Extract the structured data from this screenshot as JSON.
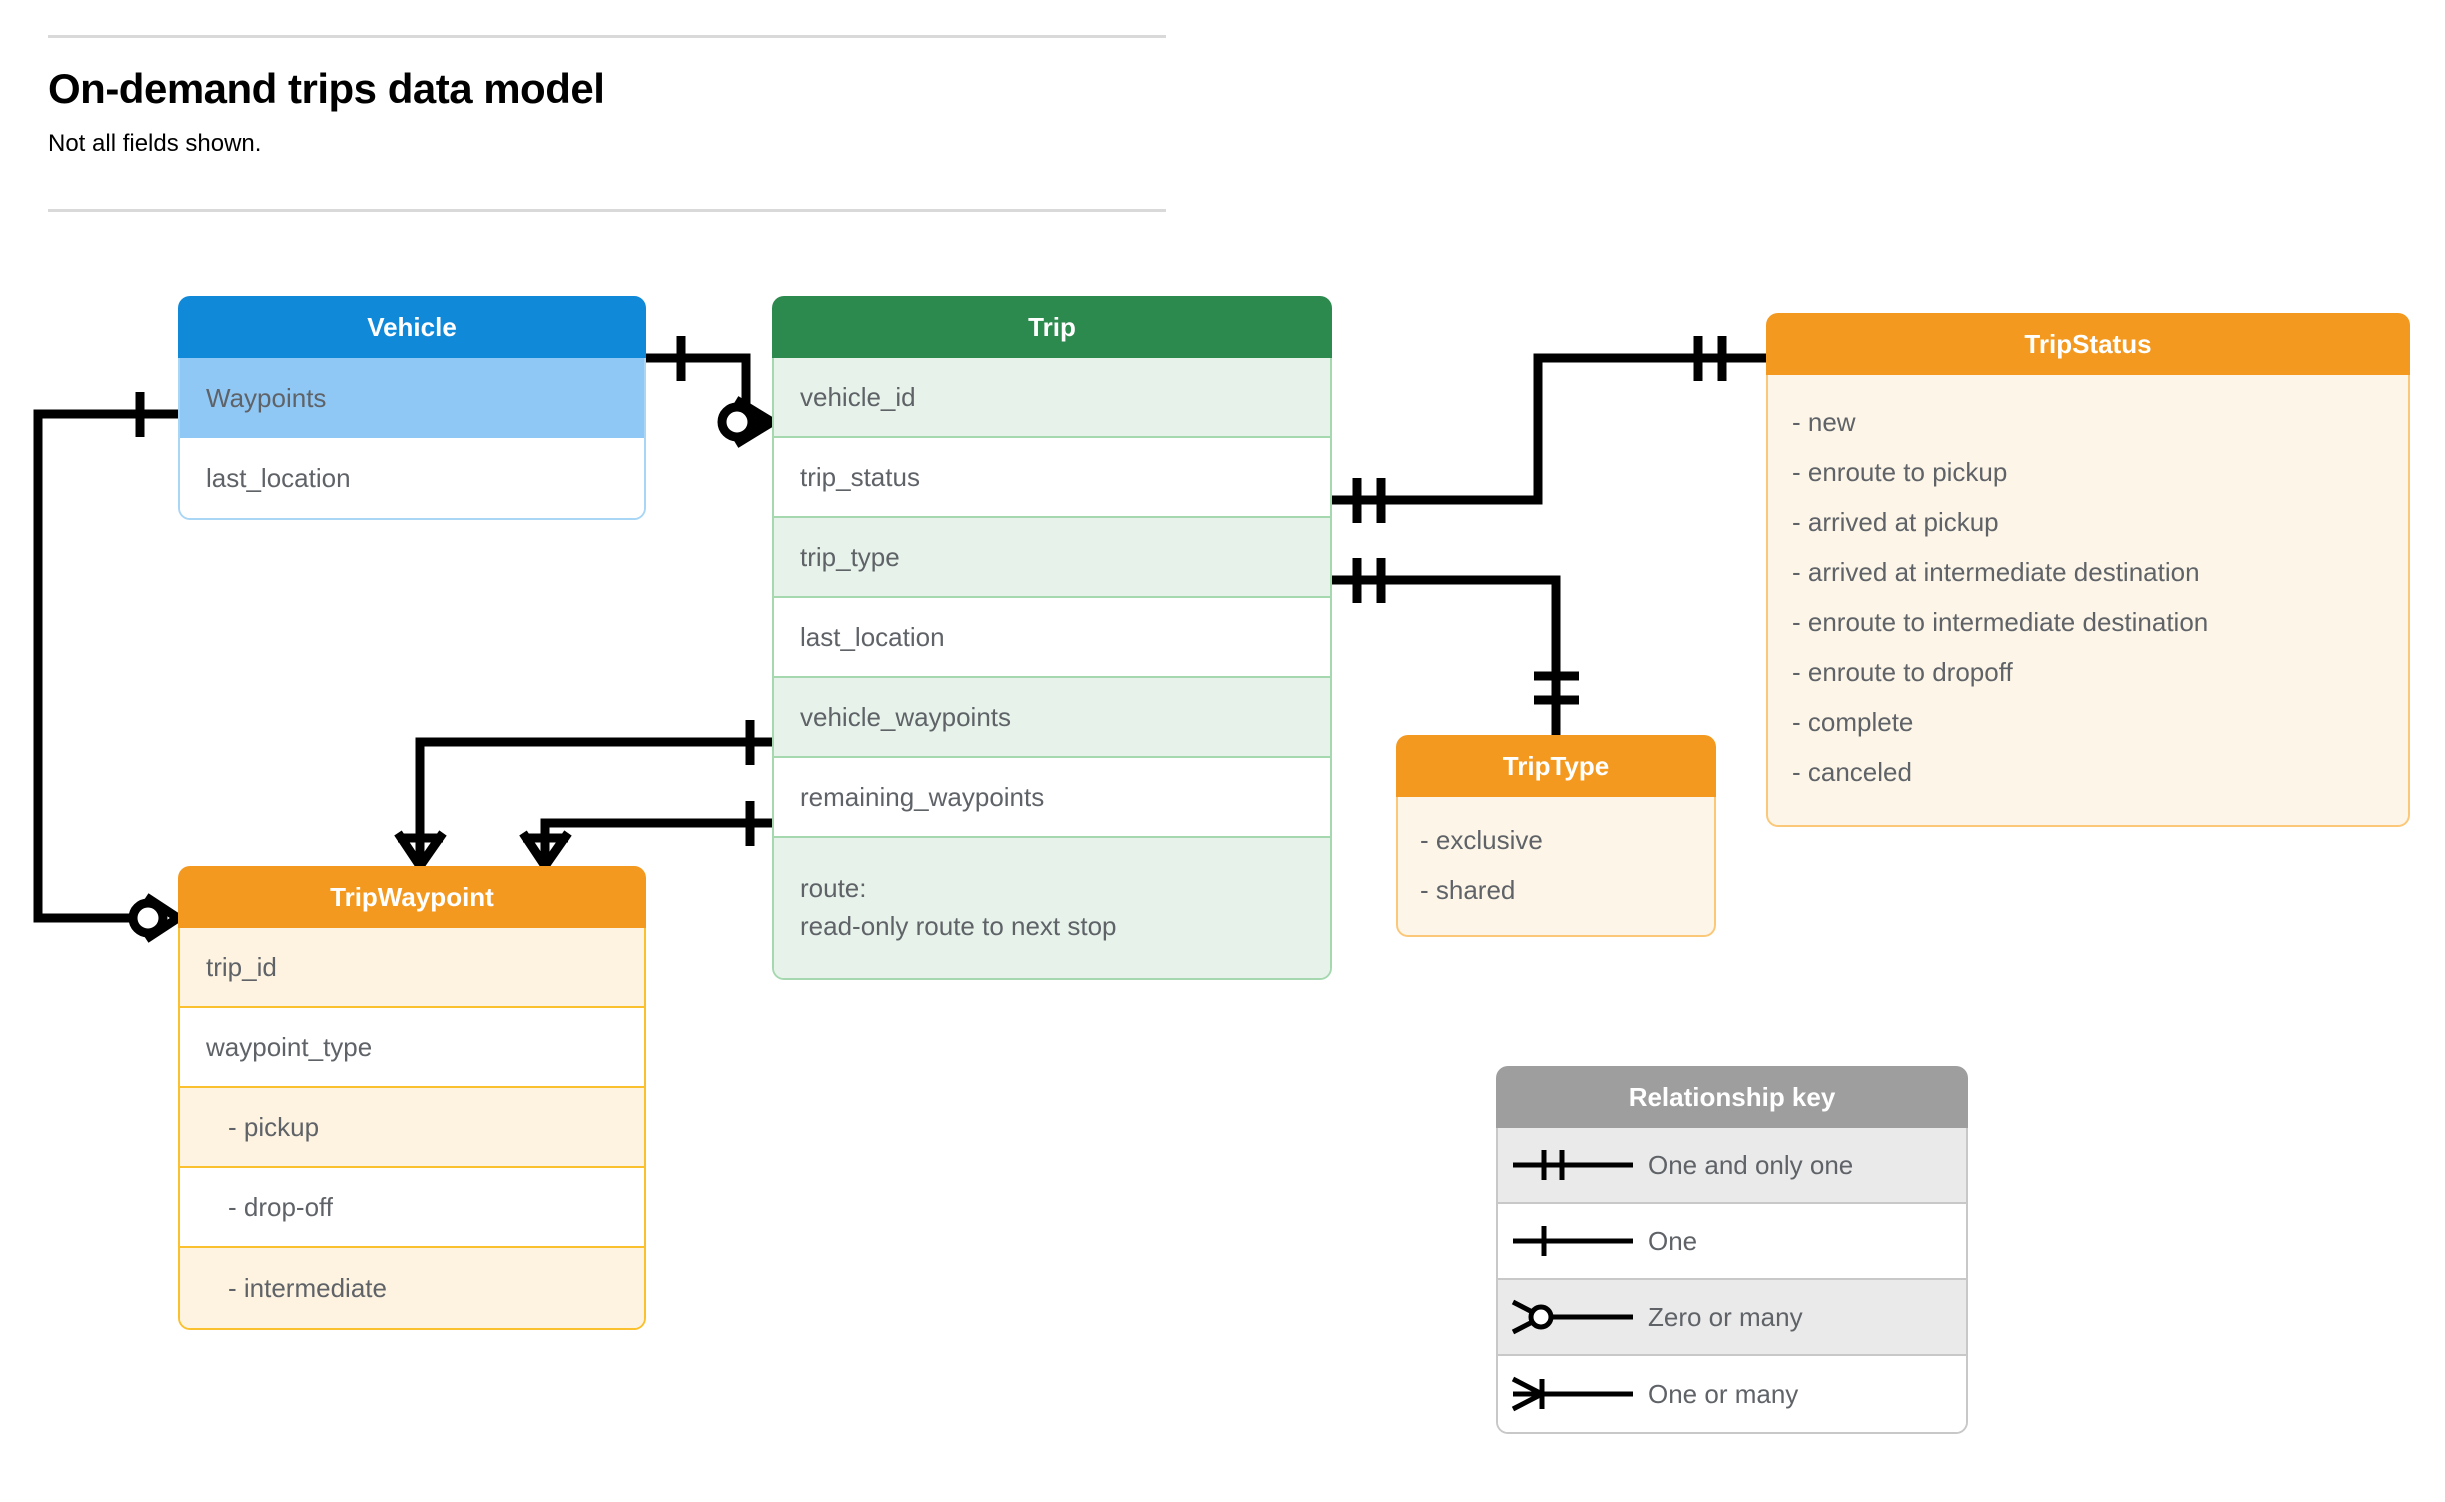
{
  "header": {
    "title": "On-demand trips data model",
    "subtitle": "Not all fields shown."
  },
  "entities": {
    "vehicle": {
      "name": "Vehicle",
      "header_color": "#1189d9",
      "rows": [
        {
          "label": "Waypoints"
        },
        {
          "label": "last_location"
        }
      ]
    },
    "trip": {
      "name": "Trip",
      "header_color": "#2d8a4e",
      "rows": [
        {
          "label": "vehicle_id"
        },
        {
          "label": "trip_status"
        },
        {
          "label": "trip_type"
        },
        {
          "label": "last_location"
        },
        {
          "label": "vehicle_waypoints"
        },
        {
          "label": "remaining_waypoints"
        },
        {
          "label": "route:",
          "label2": "read-only route to next stop"
        }
      ]
    },
    "trip_status": {
      "name": "TripStatus",
      "header_color": "#f4991f",
      "values": [
        "- new",
        "- enroute to pickup",
        "- arrived at pickup",
        "- arrived at intermediate destination",
        "- enroute to intermediate destination",
        "- enroute to dropoff",
        "- complete",
        "- canceled"
      ]
    },
    "trip_type": {
      "name": "TripType",
      "header_color": "#f4991f",
      "values": [
        "- exclusive",
        "- shared"
      ]
    },
    "trip_waypoint": {
      "name": "TripWaypoint",
      "header_color": "#f4991f",
      "rows": [
        {
          "label": "trip_id"
        },
        {
          "label": "waypoint_type"
        },
        {
          "label": "-  pickup"
        },
        {
          "label": "-  drop-off"
        },
        {
          "label": "-  intermediate"
        }
      ]
    }
  },
  "relationship_key": {
    "title": "Relationship key",
    "header_color": "#9e9e9e",
    "items": [
      {
        "symbol": "one-and-only-one",
        "label": "One and only one"
      },
      {
        "symbol": "one",
        "label": "One"
      },
      {
        "symbol": "zero-or-many",
        "label": "Zero or many"
      },
      {
        "symbol": "one-or-many",
        "label": "One or many"
      }
    ]
  },
  "relationships": [
    {
      "from": "Vehicle",
      "from_cardinality": "one",
      "to": "Trip.vehicle_id",
      "to_cardinality": "zero-or-many"
    },
    {
      "from": "Vehicle.Waypoints",
      "from_cardinality": "one",
      "to": "TripWaypoint",
      "to_cardinality": "zero-or-many"
    },
    {
      "from": "Trip.trip_status",
      "from_cardinality": "one-and-only-one",
      "to": "TripStatus",
      "to_cardinality": "one-and-only-one"
    },
    {
      "from": "Trip.trip_type",
      "from_cardinality": "one-and-only-one",
      "to": "TripType",
      "to_cardinality": "one-and-only-one"
    },
    {
      "from": "Trip.vehicle_waypoints",
      "from_cardinality": "one",
      "to": "TripWaypoint",
      "to_cardinality": "one-or-many"
    },
    {
      "from": "Trip.remaining_waypoints",
      "from_cardinality": "one",
      "to": "TripWaypoint",
      "to_cardinality": "one-or-many"
    }
  ]
}
